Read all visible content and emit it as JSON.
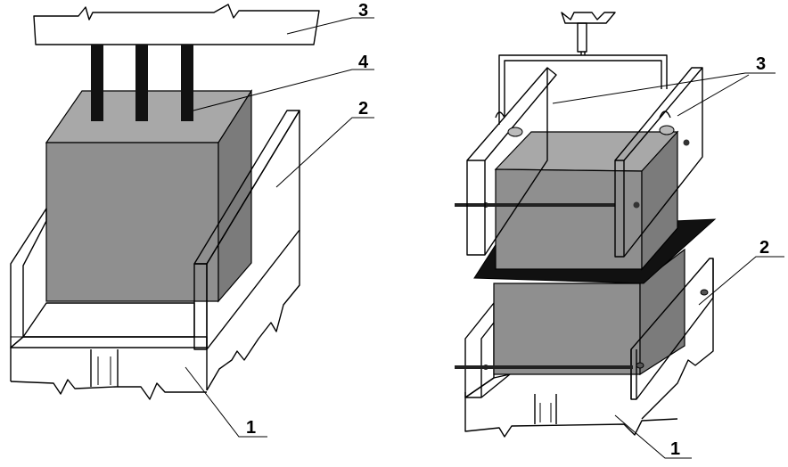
{
  "labels": {
    "left_1": "1",
    "left_2": "2",
    "left_3": "3",
    "left_4": "4",
    "right_1": "1",
    "right_2": "2",
    "right_3": "3"
  },
  "colors": {
    "specimen_face": "#8f8f8f",
    "specimen_side": "#7b7b7b",
    "specimen_top": "#a8a8a8",
    "rods": "#111111",
    "outline": "#000000",
    "background": "#ffffff"
  }
}
